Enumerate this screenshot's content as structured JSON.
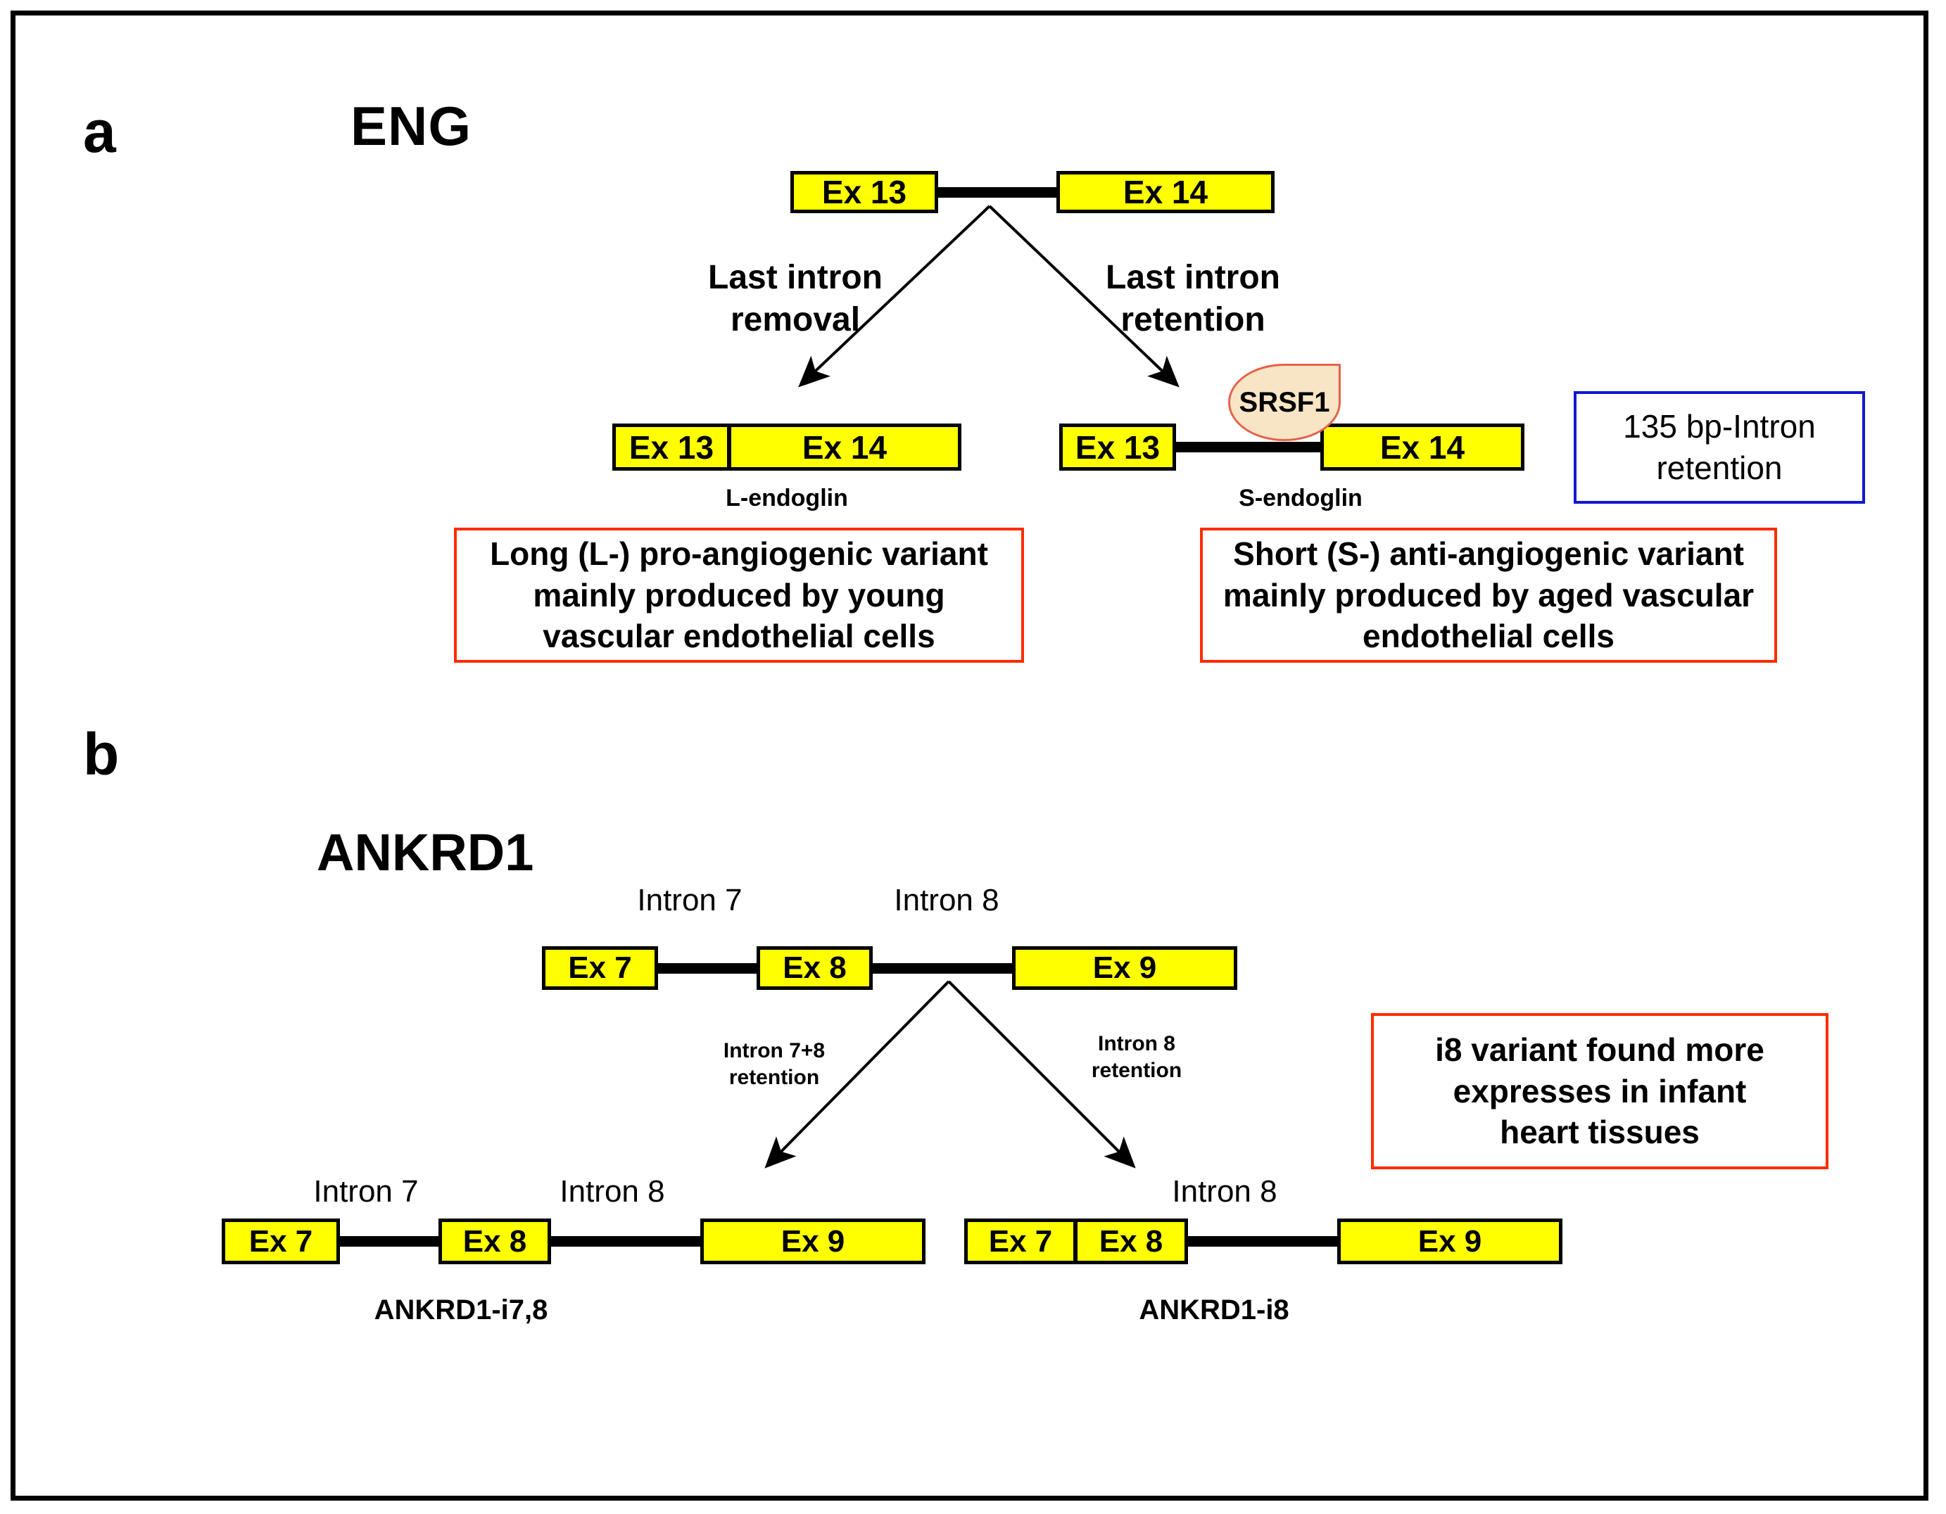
{
  "figure": {
    "panels": [
      {
        "letter": "a",
        "gene": "ENG",
        "pre_mrna": {
          "exons": [
            "Ex 13",
            "Ex 14"
          ]
        },
        "branches": [
          {
            "label_line1": "Last intron",
            "label_line2": "removal"
          },
          {
            "label_line1": "Last intron",
            "label_line2": "retention"
          }
        ],
        "isoforms": [
          {
            "name": "L-endoglin",
            "exons": [
              "Ex 13",
              "Ex 14"
            ]
          },
          {
            "name": "S-endoglin",
            "exons": [
              "Ex 13",
              "Ex 14"
            ]
          }
        ],
        "factor": "SRSF1",
        "note_blue": {
          "line1": "135 bp-Intron",
          "line2": "retention"
        },
        "notes_red": [
          {
            "line1": "Long (L-) pro-angiogenic variant",
            "line2": "mainly produced by young",
            "line3": "vascular endothelial cells"
          },
          {
            "line1": "Short (S-) anti-angiogenic variant",
            "line2": "mainly produced by aged vascular",
            "line3": "endothelial cells"
          }
        ]
      },
      {
        "letter": "b",
        "gene": "ANKRD1",
        "pre_mrna": {
          "exons": [
            "Ex 7",
            "Ex 8",
            "Ex 9"
          ],
          "intron_labels": [
            "Intron 7",
            "Intron 8"
          ]
        },
        "branches": [
          {
            "label_line1": "Intron 7+8",
            "label_line2": "retention"
          },
          {
            "label_line1": "Intron 8",
            "label_line2": "retention"
          }
        ],
        "isoforms": [
          {
            "name": "ANKRD1-i7,8",
            "exons": [
              "Ex 7",
              "Ex 8",
              "Ex 9"
            ],
            "intron_labels": [
              "Intron 7",
              "Intron 8"
            ]
          },
          {
            "name": "ANKRD1-i8",
            "exons": [
              "Ex 7",
              "Ex 8",
              "Ex 9"
            ],
            "intron_labels": [
              "Intron 8"
            ]
          }
        ],
        "notes_red": [
          {
            "line1": "i8 variant found more",
            "line2": "expresses in infant",
            "line3": "heart tissues"
          }
        ]
      }
    ],
    "colors": {
      "exon_fill": "#FFFF00",
      "exon_stroke": "#000000",
      "callout_red": "#FF2B00",
      "callout_blue": "#1018D0",
      "factor_fill": "#F7E5C6",
      "factor_stroke": "#E8614B"
    }
  }
}
